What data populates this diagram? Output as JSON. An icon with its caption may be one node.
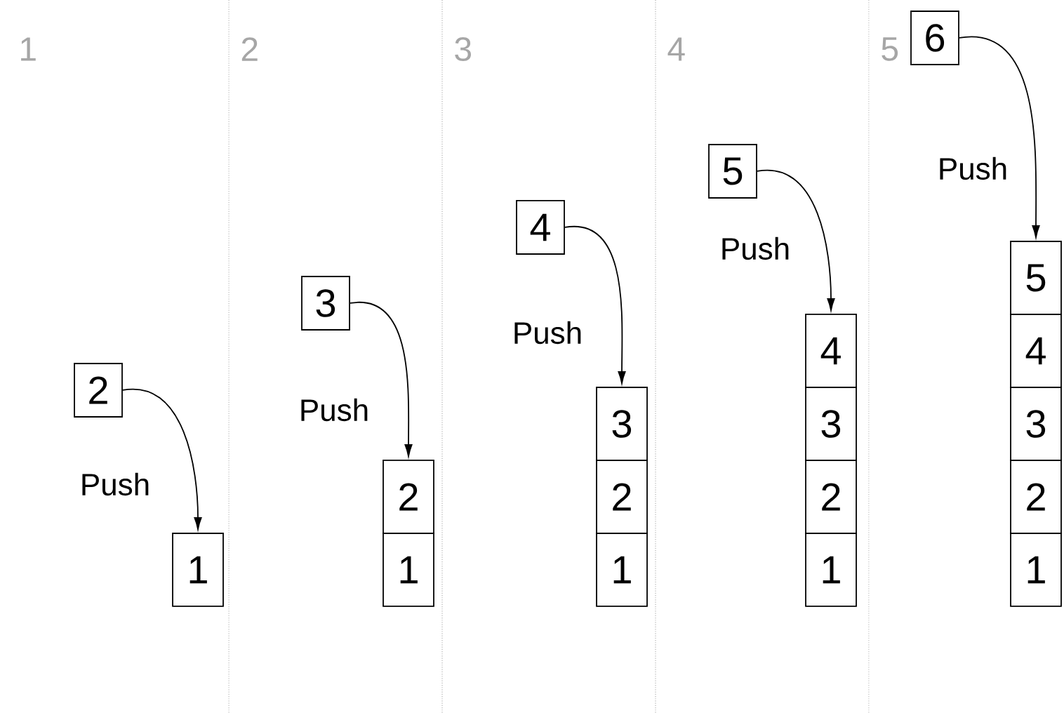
{
  "diagram": {
    "nodes": [
      {
        "text": [
          "2"
        ]
      },
      {
        "text": [
          "1"
        ]
      },
      {
        "text": [
          "3"
        ]
      },
      {
        "text": [
          "2"
        ]
      },
      {
        "text": [
          "1"
        ]
      },
      {
        "text": [
          "4"
        ]
      },
      {
        "text": [
          "3"
        ]
      },
      {
        "text": [
          "2"
        ]
      },
      {
        "text": [
          "1"
        ]
      },
      {
        "text": [
          "5"
        ]
      },
      {
        "text": [
          "4"
        ]
      },
      {
        "text": [
          "3"
        ]
      },
      {
        "text": [
          "2"
        ]
      },
      {
        "text": [
          "1"
        ]
      },
      {
        "text": [
          "6"
        ]
      },
      {
        "text": [
          "5"
        ]
      },
      {
        "text": [
          "4"
        ]
      },
      {
        "text": [
          "3"
        ]
      },
      {
        "text": [
          "2"
        ]
      },
      {
        "text": [
          "1"
        ]
      }
    ],
    "edges": [
      {
        "from": 0,
        "to": 1,
        "arrow": "to",
        "label": "Push"
      },
      {
        "from": 2,
        "to": 3,
        "arrow": "to",
        "label": "Push"
      },
      {
        "from": 5,
        "to": 6,
        "arrow": "to",
        "label": "Push"
      },
      {
        "from": 9,
        "to": 10,
        "arrow": "to",
        "label": "Push"
      },
      {
        "from": 14,
        "to": 15,
        "arrow": "to",
        "label": "Push"
      }
    ],
    "labels": [
      "1",
      "2",
      "3",
      "4",
      "5"
    ]
  }
}
